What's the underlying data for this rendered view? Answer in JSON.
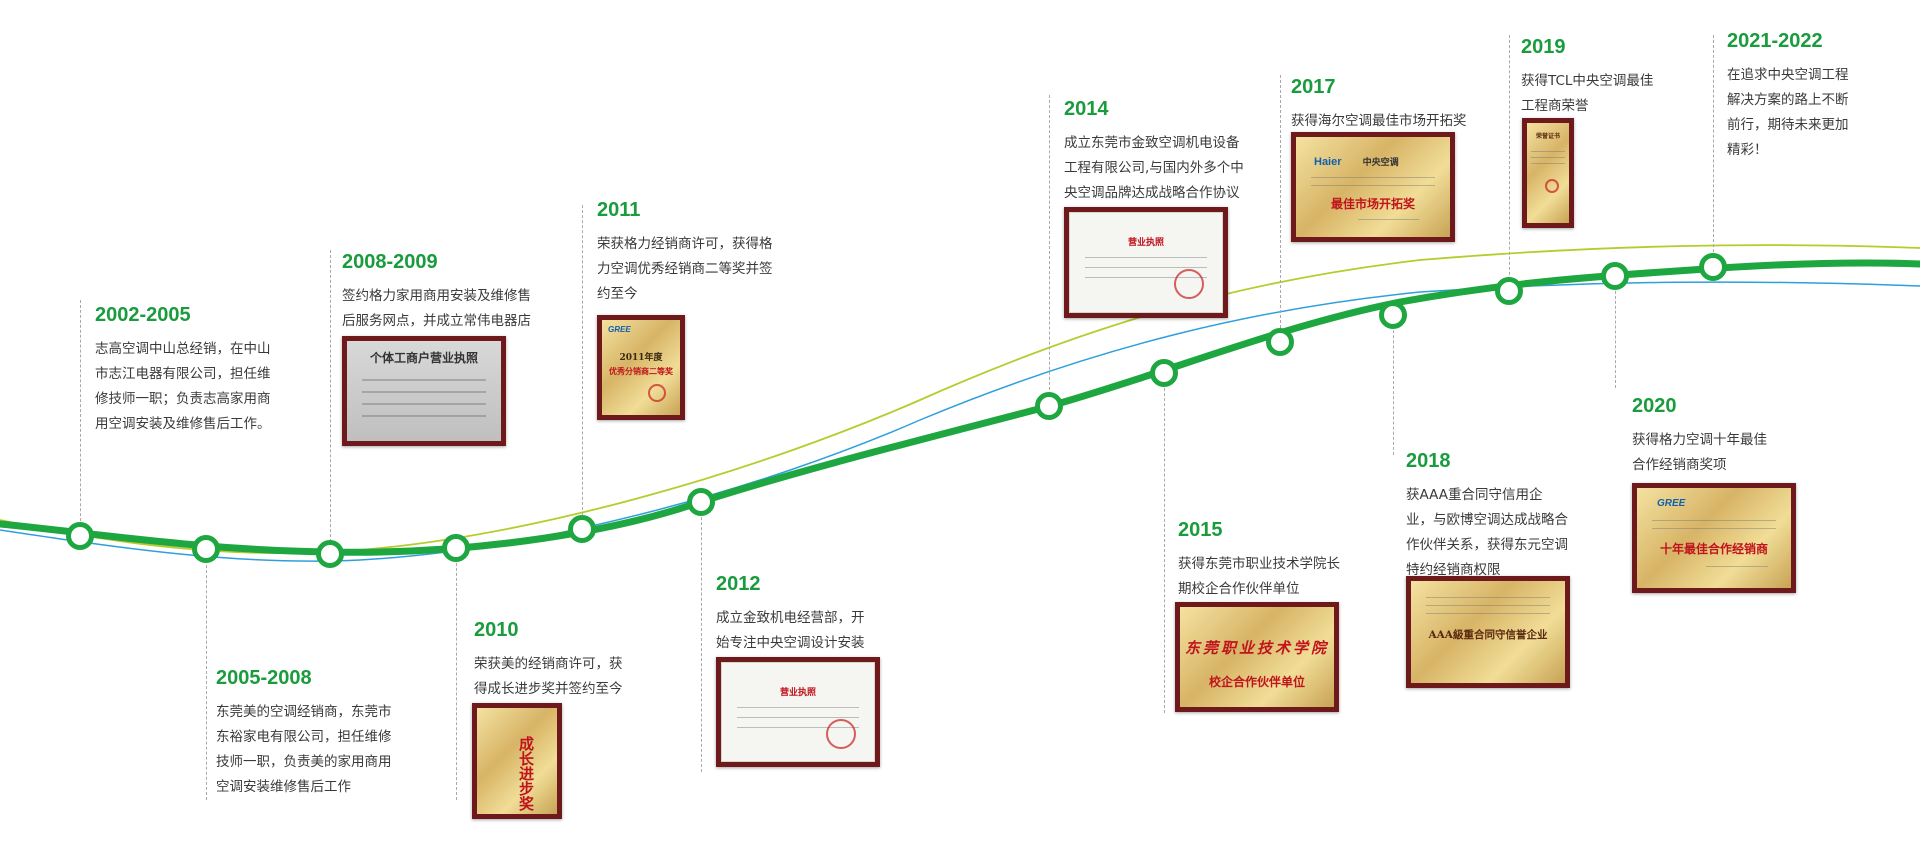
{
  "colors": {
    "main_curve": "#1ea740",
    "yellow_curve": "#b5cc2b",
    "blue_curve": "#2e9fdc",
    "year_text": "#1a9b3d",
    "body_text": "#3a3a3a",
    "frame": "#6e1a1d"
  },
  "milestones": [
    {
      "year": "2002-2005",
      "lines": [
        "志高空调中山总经销，在中山",
        "市志江电器有限公司，担任维",
        "修技师一职；负责志高家用商",
        "用空调安装及维修售后工作。"
      ]
    },
    {
      "year": "2005-2008",
      "lines": [
        "东莞美的空调经销商，东莞市",
        "东裕家电有限公司，担任维修",
        "技师一职，负责美的家用商用",
        "空调安装维修售后工作"
      ]
    },
    {
      "year": "2008-2009",
      "lines": [
        "签约格力家用商用安装及维修售",
        "后服务网点，并成立常伟电器店"
      ],
      "cert_title": "个体工商户营业执照"
    },
    {
      "year": "2010",
      "lines": [
        "荣获美的经销商许可，获",
        "得成长进步奖并签约至今"
      ],
      "cert_title": "成长进步奖"
    },
    {
      "year": "2011",
      "lines": [
        "荣获格力经销商许可，获得格",
        "力空调优秀经销商二等奖并签",
        "约至今"
      ],
      "cert_brand": "GREE",
      "cert_title": "2011年度",
      "cert_sub": "优秀分销商二等奖"
    },
    {
      "year": "2012",
      "lines": [
        "成立金致机电经营部，开",
        "始专注中央空调设计安装"
      ],
      "cert_title": "营业执照"
    },
    {
      "year": "2014",
      "lines": [
        "成立东莞市金致空调机电设备",
        "工程有限公司,与国内外多个中",
        "央空调品牌达成战略合作协议"
      ],
      "cert_title": "营业执照"
    },
    {
      "year": "2015",
      "lines": [
        "获得东莞市职业技术学院长",
        "期校企合作伙伴单位"
      ],
      "cert_title": "东莞职业技术学院",
      "cert_sub": "校企合作伙伴单位"
    },
    {
      "year": "2017",
      "lines": [
        "获得海尔空调最佳市场开拓奖"
      ],
      "cert_brand": "Haier",
      "cert_brand2": "中央空调",
      "cert_title": "最佳市场开拓奖"
    },
    {
      "year": "2018",
      "lines": [
        "获AAA重合同守信用企",
        "业，与欧博空调达成战略合",
        "作伙伴关系，获得东元空调",
        "特约经销商权限"
      ],
      "cert_title": "AAA級重合同守信誉企业"
    },
    {
      "year": "2019",
      "lines": [
        "获得TCL中央空调最佳",
        "工程商荣誉"
      ],
      "cert_title": "荣誉证书"
    },
    {
      "year": "2020",
      "lines": [
        "获得格力空调十年最佳",
        "合作经销商奖项"
      ],
      "cert_brand": "GREE",
      "cert_title": "十年最佳合作经销商"
    },
    {
      "year": "2021-2022",
      "lines": [
        "在追求中央空调工程",
        "解决方案的路上不断",
        "前行，期待未来更加",
        "精彩！"
      ]
    }
  ]
}
